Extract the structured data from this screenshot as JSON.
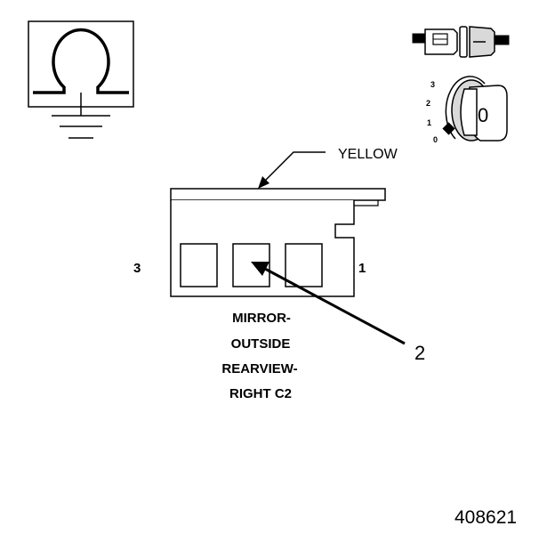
{
  "wire_color": "YELLOW",
  "pin_left": "3",
  "pin_right": "1",
  "callout": "2",
  "connector_name": [
    "MIRROR-",
    "OUTSIDE",
    "REARVIEW-",
    "RIGHT C2"
  ],
  "ignition_positions": [
    "3",
    "2",
    "1",
    "0"
  ],
  "key_label": "0",
  "figure_number": "408621",
  "colors": {
    "ink": "#000000",
    "fill": "#ffffff",
    "shade": "#d9d9d9"
  }
}
